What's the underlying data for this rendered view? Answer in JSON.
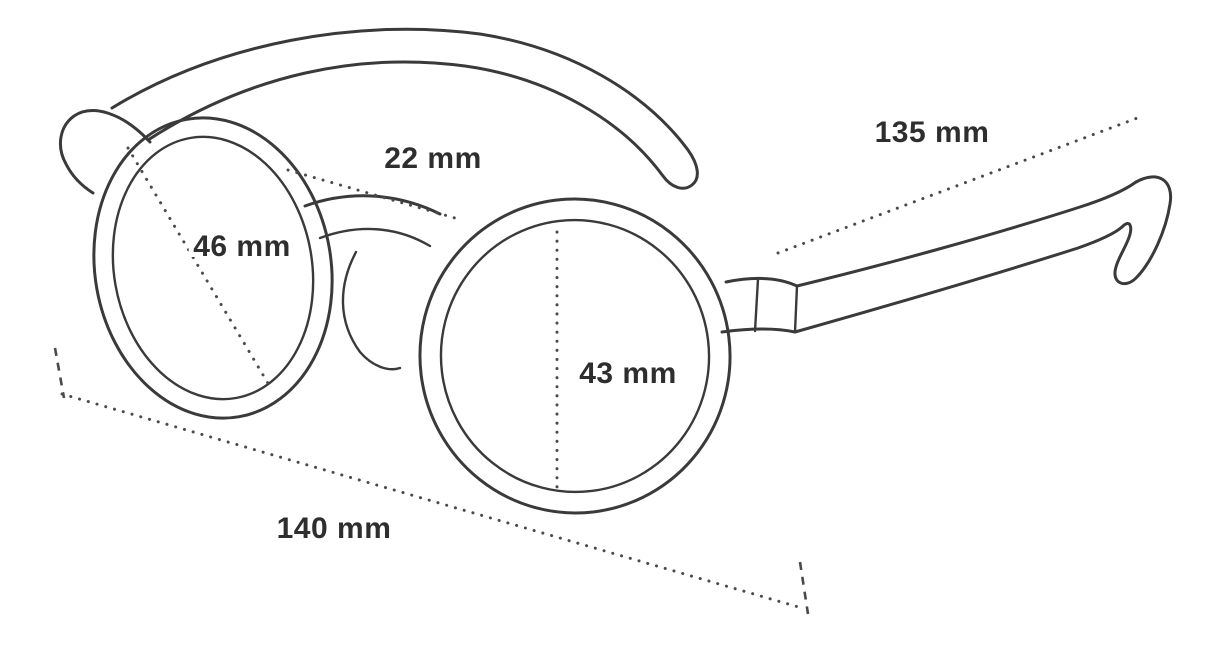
{
  "diagram": {
    "type": "eyeglasses-dimension-diagram",
    "background_color": "#ffffff",
    "outline_color": "#3a3a3a",
    "measure_line_color": "#4a4a4a",
    "label_color": "#2e2e2e",
    "measurements": {
      "lens_width": "46 mm",
      "bridge_width": "22 mm",
      "lens_height": "43 mm",
      "temple_length": "135 mm",
      "frame_width": "140 mm"
    }
  }
}
